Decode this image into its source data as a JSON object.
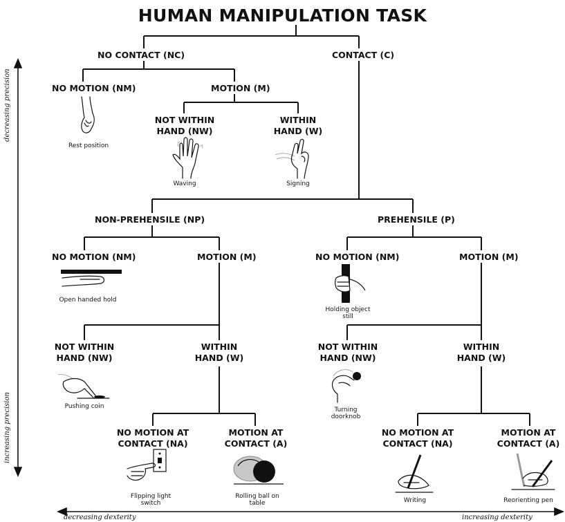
{
  "title": "HUMAN MANIPULATION TASK",
  "nodes": {
    "no_contact": "NO CONTACT (NC)",
    "contact": "CONTACT (C)",
    "nc_no_motion": "NO MOTION (NM)",
    "nc_motion": "MOTION (M)",
    "nc_not_within_1": "NOT WITHIN",
    "nc_not_within_2": "HAND (NW)",
    "nc_within_1": "WITHIN",
    "nc_within_2": "HAND (W)",
    "non_prehensile": "NON-PREHENSILE (NP)",
    "prehensile": "PREHENSILE (P)",
    "np_no_motion": "NO MOTION (NM)",
    "np_motion": "MOTION (M)",
    "p_no_motion": "NO MOTION (NM)",
    "p_motion": "MOTION (M)",
    "np_not_within_1": "NOT WITHIN",
    "np_not_within_2": "HAND (NW)",
    "np_within_1": "WITHIN",
    "np_within_2": "HAND (W)",
    "p_not_within_1": "NOT WITHIN",
    "p_not_within_2": "HAND (NW)",
    "p_within_1": "WITHIN",
    "p_within_2": "HAND (W)",
    "np_na_1": "NO MOTION AT",
    "np_na_2": "CONTACT (NA)",
    "np_a_1": "MOTION AT",
    "np_a_2": "CONTACT (A)",
    "p_na_1": "NO MOTION AT",
    "p_na_2": "CONTACT (NA)",
    "p_a_1": "MOTION AT",
    "p_a_2": "CONTACT (A)"
  },
  "captions": {
    "rest": "Rest position",
    "waving": "Waving",
    "signing": "Signing",
    "open_hold": "Open handed hold",
    "holding_1": "Holding object",
    "holding_2": "still",
    "pushing": "Pushing coin",
    "turning_1": "Turning",
    "turning_2": "doorknob",
    "flipping_1": "Flipping light",
    "flipping_2": "switch",
    "rolling_1": "Rolling ball on",
    "rolling_2": "table",
    "writing": "Writing",
    "reorienting": "Reorienting pen"
  },
  "axes": {
    "decreasing_precision": "decreasing precision",
    "increasing_precision": "increasing precision",
    "decreasing_dexterity": "decreasing dexterity",
    "increasing_dexterity": "increasing dexterity"
  },
  "icons": [
    "hand-rest-icon",
    "hand-waving-icon",
    "hand-signing-icon",
    "hand-open-hold-icon",
    "hand-holding-object-icon",
    "hand-pushing-coin-icon",
    "hand-turning-doorknob-icon",
    "hand-flipping-switch-icon",
    "hand-rolling-ball-icon",
    "hand-writing-icon",
    "hand-reorienting-pen-icon"
  ],
  "colors": {
    "ink": "#111111",
    "background": "#ffffff",
    "shading": "#c8c8c8"
  }
}
